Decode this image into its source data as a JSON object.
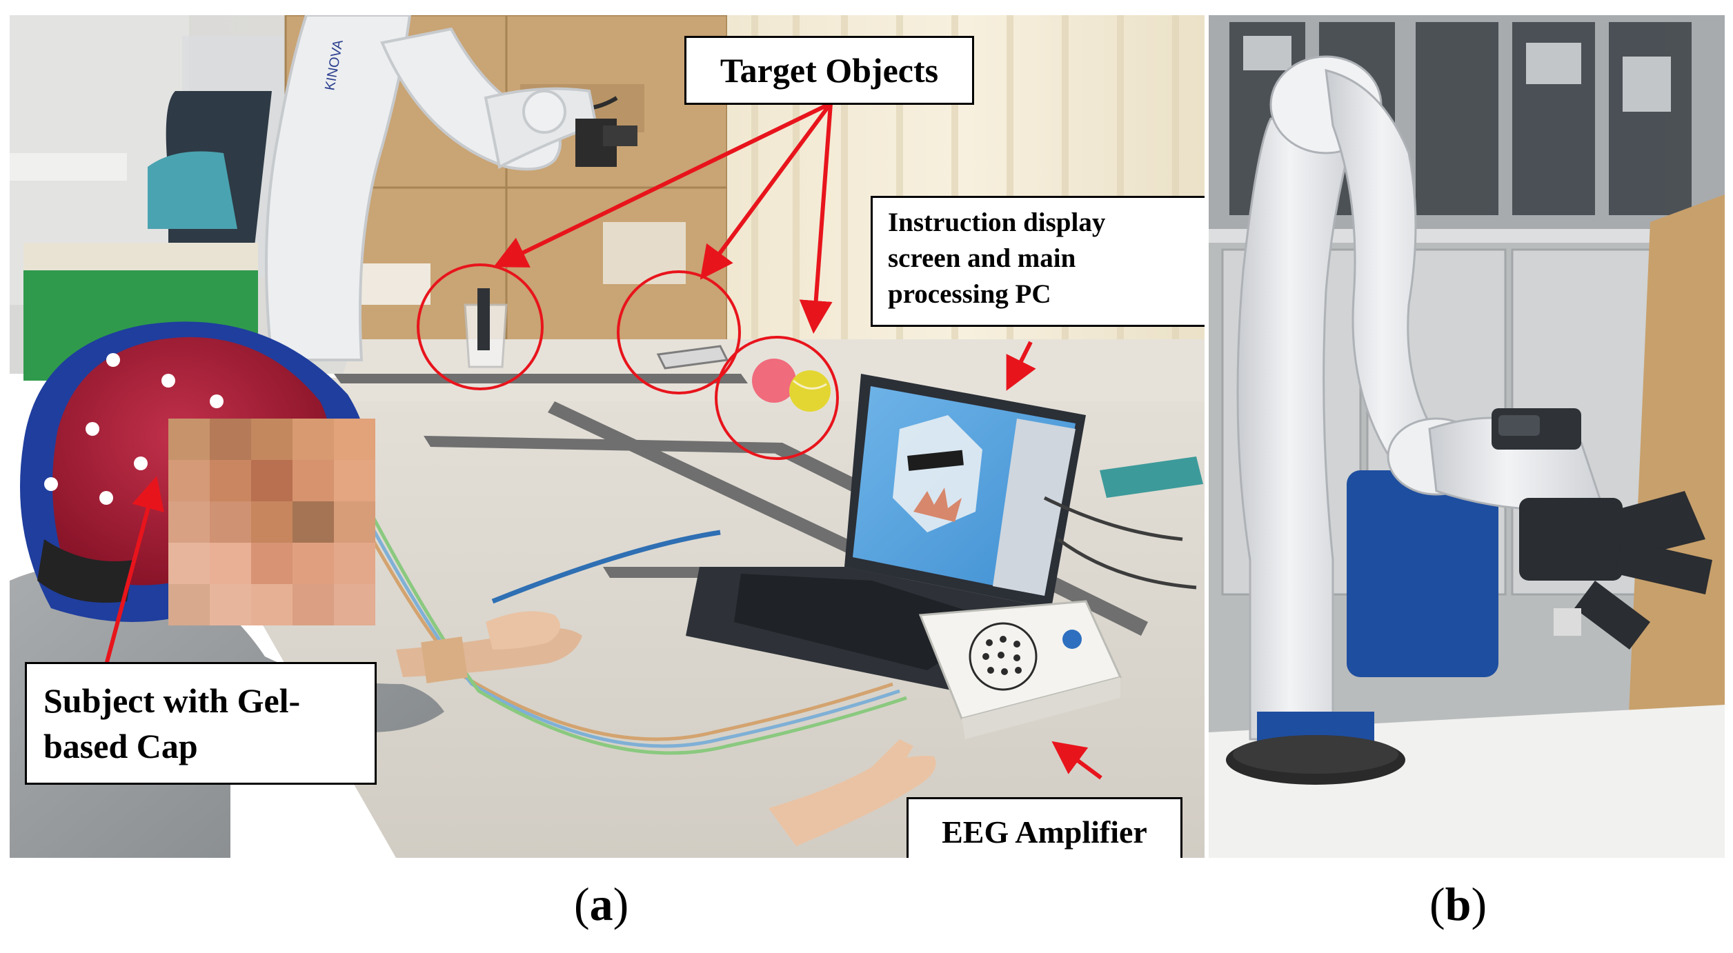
{
  "panel_a": {
    "callouts": {
      "target_objects": "Target Objects",
      "display_line1": "Instruction display",
      "display_line2": "screen and main",
      "display_line3": "processing PC",
      "subject_line1": "Subject with Gel-",
      "subject_line2": "based Cap",
      "eeg_amplifier": "EEG Amplifier"
    },
    "subfigure_label": "a",
    "robot_brand": "KINOVA"
  },
  "panel_b": {
    "subfigure_label": "b"
  },
  "colors": {
    "annotation_red": "#e8141c",
    "cap_red": "#a51c35",
    "cap_blue": "#1f3e9e",
    "robot_white": "#eceef0",
    "table_gray": "#dcd7cf"
  }
}
